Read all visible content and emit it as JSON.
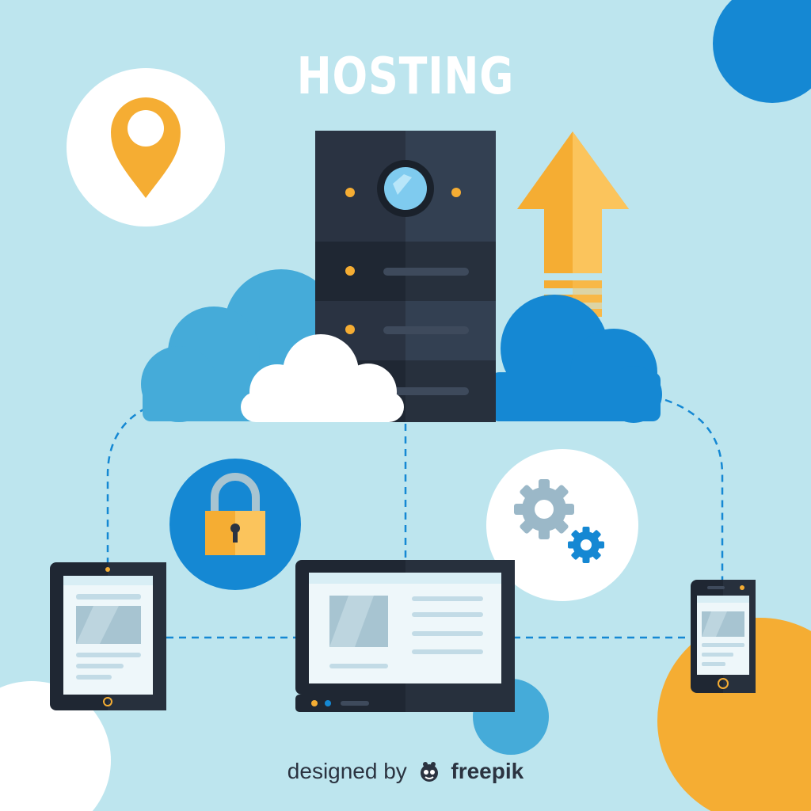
{
  "title": "HOSTING",
  "credit": {
    "prefix": "designed by",
    "brand": "freepik"
  },
  "colors": {
    "background": "#bde5ee",
    "server": "#2a3342",
    "orange": "#f5ad33",
    "blue_dark": "#1588d3",
    "blue_light": "#45abd9",
    "white": "#ffffff",
    "gear_grey": "#9bb8c8",
    "screen_blue": "#d8eef5"
  },
  "icons": [
    "location-pin-icon",
    "padlock-icon",
    "gear-icon",
    "up-arrow-icon",
    "freepik-logo-icon"
  ]
}
